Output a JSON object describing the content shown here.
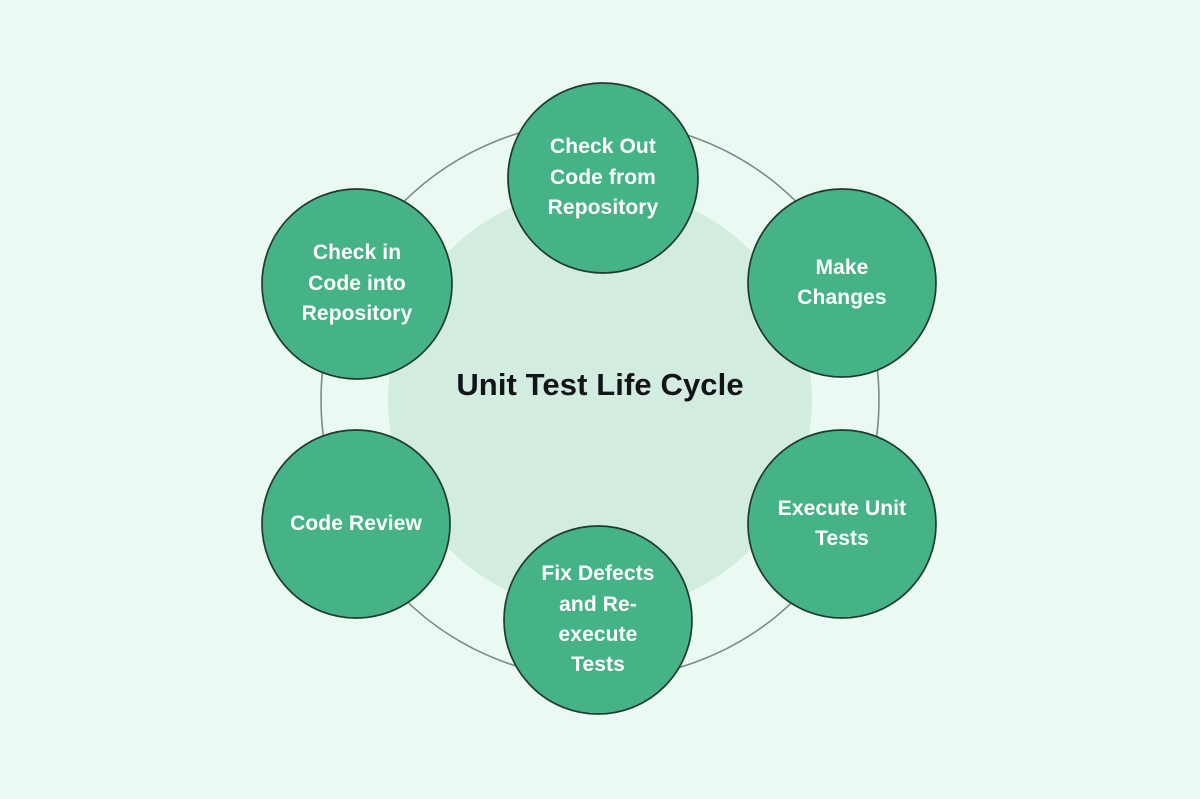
{
  "diagram": {
    "title": "Unit Test Life Cycle",
    "type": "cycle",
    "background_color": "#eafaf2",
    "inner_disc_color": "#d2ecdf",
    "node_fill_color": "#45b386",
    "node_stroke_color": "#1f3b30",
    "ring_stroke_color": "#7d8c86",
    "node_text_color": "#ffffff",
    "title_text_color": "#111418",
    "nodes": [
      {
        "id": "check-out-code",
        "label": "Check Out Code from Repository",
        "position": "top",
        "order": 1
      },
      {
        "id": "make-changes",
        "label": "Make Changes",
        "position": "top-right",
        "order": 2
      },
      {
        "id": "execute-unit-tests",
        "label": "Execute Unit Tests",
        "position": "bottom-right",
        "order": 3
      },
      {
        "id": "fix-defects",
        "label": "Fix Defects and Re-execute Tests",
        "position": "bottom",
        "order": 4
      },
      {
        "id": "code-review",
        "label": "Code Review",
        "position": "bottom-left",
        "order": 5
      },
      {
        "id": "check-in-code",
        "label": "Check in Code into Repository",
        "position": "top-left",
        "order": 6
      }
    ]
  }
}
